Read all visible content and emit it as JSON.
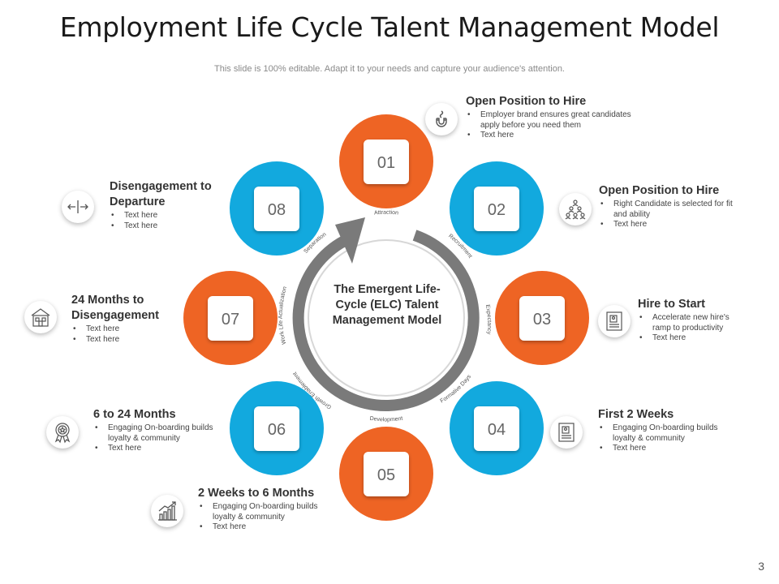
{
  "title": "Employment Life Cycle Talent Management Model",
  "subtitle": "This slide is 100% editable. Adapt it to your needs and capture your audience's attention.",
  "page_number": "3",
  "center_text": "The Emergent Life-Cycle (ELC) Talent Management Model",
  "colors": {
    "orange": "#EE6424",
    "blue": "#12A9DE",
    "gray_arrow": "#7A7A7A"
  },
  "nodes": [
    {
      "number": "01",
      "color": "orange"
    },
    {
      "number": "02",
      "color": "blue"
    },
    {
      "number": "03",
      "color": "orange"
    },
    {
      "number": "04",
      "color": "blue"
    },
    {
      "number": "05",
      "color": "orange"
    },
    {
      "number": "06",
      "color": "blue"
    },
    {
      "number": "07",
      "color": "orange"
    },
    {
      "number": "08",
      "color": "blue"
    }
  ],
  "arc_labels": [
    "Attraction",
    "Recruitment",
    "Expectancy",
    "Formative Days",
    "Development",
    "Growth Enablement",
    "Work Life Actualization",
    "Separation"
  ],
  "stages": [
    {
      "heading": "Open Position to Hire",
      "bullets": [
        "Employer brand ensures great candidates apply before you need them",
        "Text here"
      ],
      "icon": "magnet-icon"
    },
    {
      "heading": "Open Position to Hire",
      "bullets": [
        "Right Candidate is selected for fit and ability",
        "Text here"
      ],
      "icon": "people-pyramid-icon"
    },
    {
      "heading": "Hire to Start",
      "bullets": [
        "Accelerate new hire's ramp to productivity",
        "Text here"
      ],
      "icon": "resume-icon"
    },
    {
      "heading": "First 2 Weeks",
      "bullets": [
        "Engaging On-boarding builds loyalty & community",
        "Text here"
      ],
      "icon": "resume-icon"
    },
    {
      "heading": "2 Weeks to 6 Months",
      "bullets": [
        "Engaging On-boarding builds loyalty & community",
        "Text here"
      ],
      "icon": "growth-chart-icon"
    },
    {
      "heading": "6 to 24 Months",
      "bullets": [
        "Engaging On-boarding builds loyalty & community",
        "Text here"
      ],
      "icon": "award-badge-icon"
    },
    {
      "heading": "24 Months to Disengagement",
      "bullets": [
        "Text here",
        "Text here"
      ],
      "icon": "building-icon"
    },
    {
      "heading": "Disengagement to Departure",
      "bullets": [
        "Text here",
        "Text here"
      ],
      "icon": "split-arrows-icon"
    }
  ]
}
